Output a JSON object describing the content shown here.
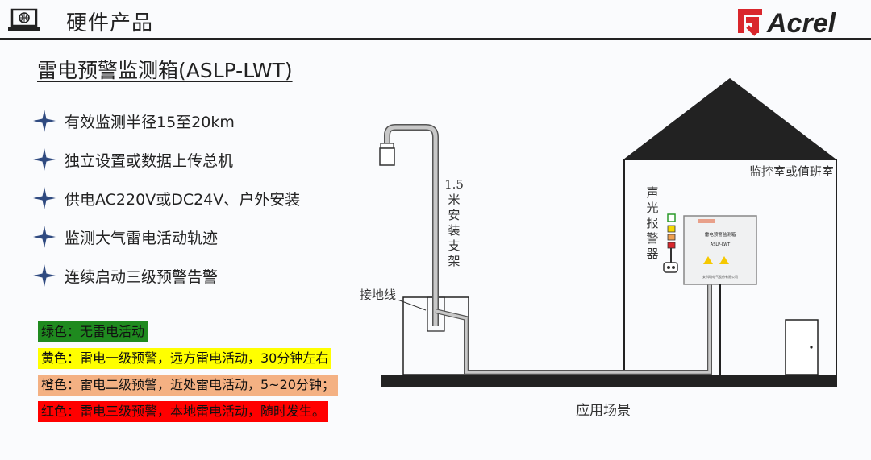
{
  "header": {
    "title": "硬件产品",
    "brand": "Acrel",
    "colors": {
      "line": "#222222",
      "brand_red": "#d9262c"
    }
  },
  "page_title": "雷电预警监测箱(ASLP-LWT)",
  "features": [
    "有效监测半径15至20km",
    "独立设置或数据上传总机",
    "供电AC220V或DC24V、户外安装",
    "监测大气雷电活动轨迹",
    "连续启动三级预警告警"
  ],
  "legend": [
    {
      "text": "绿色：无雷电活动",
      "bg": "#1f8a1f",
      "color": "#111111"
    },
    {
      "text": "黄色：雷电一级预警，远方雷电活动，30分钟左右",
      "bg": "#ffff00",
      "color": "#111111"
    },
    {
      "text": "橙色：雷电二级预警，近处雷电活动，5~20分钟；",
      "bg": "#f4b183",
      "color": "#111111"
    },
    {
      "text": "红色：雷电三级预警，本地雷电活动，随时发生。",
      "bg": "#ff0000",
      "color": "#111111"
    }
  ],
  "diagram": {
    "pole_label": [
      "1.5",
      "米",
      "安",
      "装",
      "支",
      "架"
    ],
    "ground_label": "接地线",
    "room_label": "监控室或值班室",
    "alarm_label": [
      "声",
      "光",
      "报",
      "警",
      "器"
    ],
    "device_title": "雷电预警监测箱",
    "device_model": "ASLP-LWT",
    "device_footer": "安科瑞电气股份有限公司",
    "scene_label": "应用场景"
  }
}
